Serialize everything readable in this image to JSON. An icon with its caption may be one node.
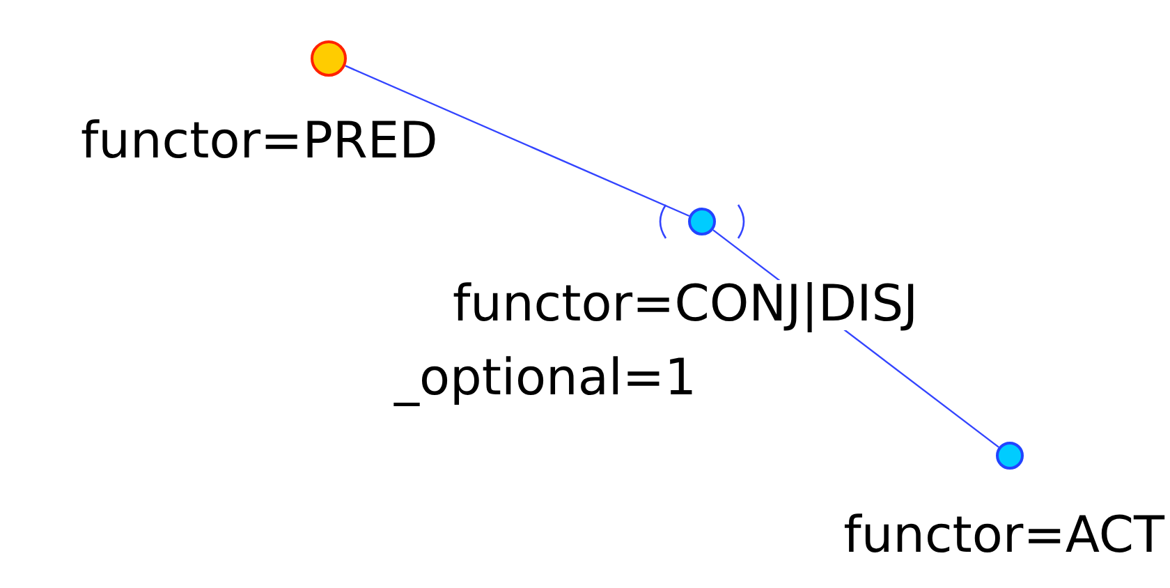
{
  "diagram": {
    "nodes": [
      {
        "text": [],
        "shape": "circle",
        "beside": [
          "functor=PRED"
        ]
      },
      {
        "text": [],
        "shape": "circle",
        "beside": [
          "functor=CONJ|DISJ",
          "_optional=1"
        ]
      },
      {
        "text": [],
        "shape": "circle",
        "beside": [
          "functor=ACT"
        ]
      }
    ],
    "edges": [
      {
        "from": 0,
        "to": 1,
        "arrow": "none"
      },
      {
        "from": 1,
        "to": 2,
        "arrow": "none"
      }
    ]
  }
}
